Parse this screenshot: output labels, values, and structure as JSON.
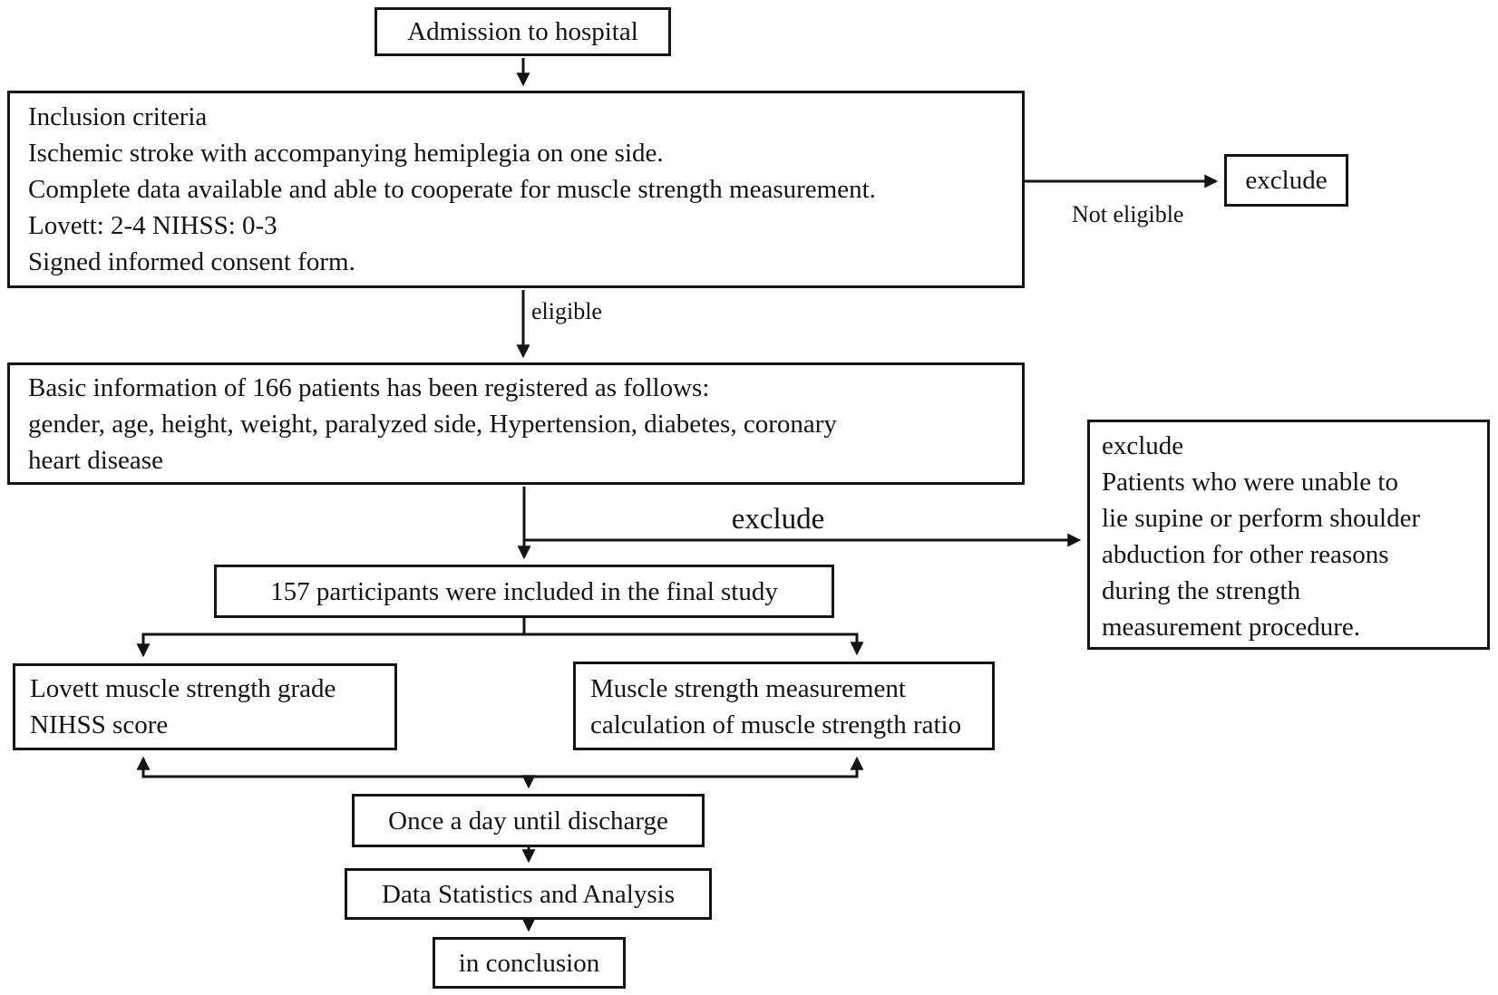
{
  "flowchart": {
    "admission": "Admission to hospital",
    "inclusion_lines": [
      "Inclusion criteria",
      "Ischemic stroke with accompanying hemiplegia on one side.",
      "Complete data available and able to cooperate for muscle strength measurement.",
      "Lovett: 2-4 NIHSS: 0-3",
      "Signed informed consent form."
    ],
    "not_eligible_label": "Not eligible",
    "exclude_box_top": "exclude",
    "eligible_label": "eligible",
    "basic_info_lines": [
      "Basic information of 166 patients has been registered as follows:",
      "gender, age, height, weight, paralyzed side, Hypertension, diabetes, coronary",
      "heart disease"
    ],
    "exclude_branch_label": "exclude",
    "exclude_reasons_lines": [
      "exclude",
      "Patients who were unable to",
      "lie supine or perform shoulder",
      "abduction for other reasons",
      "during the strength",
      "measurement procedure."
    ],
    "participants": "157 participants were included in the final study",
    "lovett_lines": [
      "Lovett muscle strength grade",
      "NIHSS score"
    ],
    "measurement_lines": [
      "Muscle strength measurement",
      "calculation of muscle strength ratio"
    ],
    "once_a_day": "Once a day until discharge",
    "data_statistics": "Data Statistics and Analysis",
    "conclusion": "in conclusion"
  },
  "colors": {
    "ink": "#141414",
    "background": "#ffffff"
  }
}
